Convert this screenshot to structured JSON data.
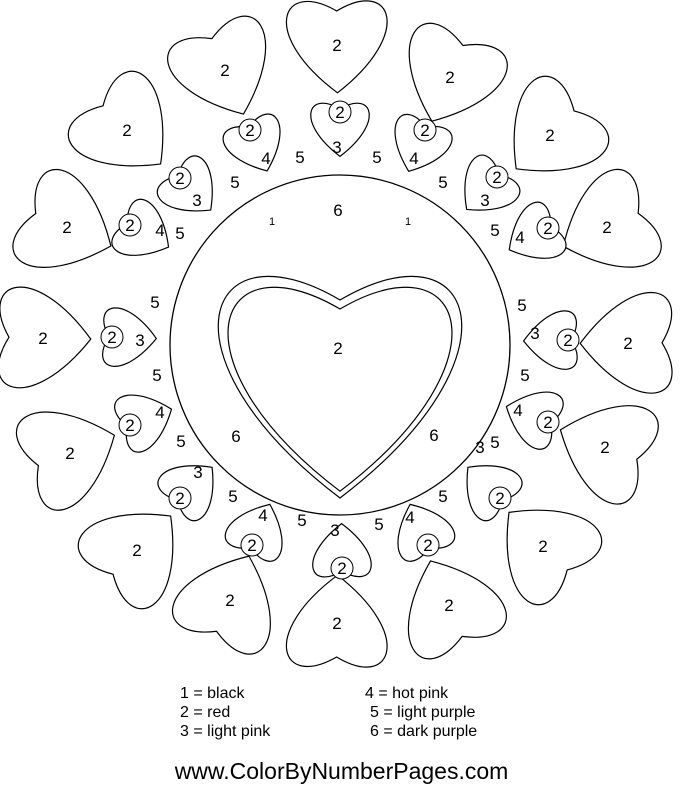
{
  "region_labels": {
    "outer_hearts": [
      "2",
      "2",
      "2",
      "2",
      "2",
      "2",
      "2",
      "2",
      "2",
      "2",
      "2",
      "2",
      "2",
      "2",
      "2",
      "2"
    ],
    "inner_hearts_circled": [
      "2",
      "2",
      "2",
      "2",
      "2",
      "2",
      "2",
      "2",
      "2",
      "2",
      "2",
      "2",
      "2",
      "2",
      "2",
      "2"
    ],
    "threes": [
      "3",
      "3",
      "3",
      "3",
      "3",
      "3",
      "3",
      "3"
    ],
    "fours": [
      "4",
      "4",
      "4",
      "4",
      "4",
      "4",
      "4",
      "4"
    ],
    "fives": [
      "5",
      "5",
      "5",
      "5",
      "5",
      "5",
      "5",
      "5",
      "5",
      "5",
      "5",
      "5",
      "5",
      "5",
      "5",
      "5"
    ],
    "sixes": [
      "6",
      "6",
      "6"
    ],
    "ones": [
      "1",
      "1"
    ],
    "center_heart": "2"
  },
  "legend": {
    "left": [
      "1 = black",
      "2 = red",
      "3 = light pink"
    ],
    "right": [
      "4 = hot pink",
      "5 = light purple",
      "6 = dark purple"
    ]
  },
  "website": "www.ColorByNumberPages.com"
}
